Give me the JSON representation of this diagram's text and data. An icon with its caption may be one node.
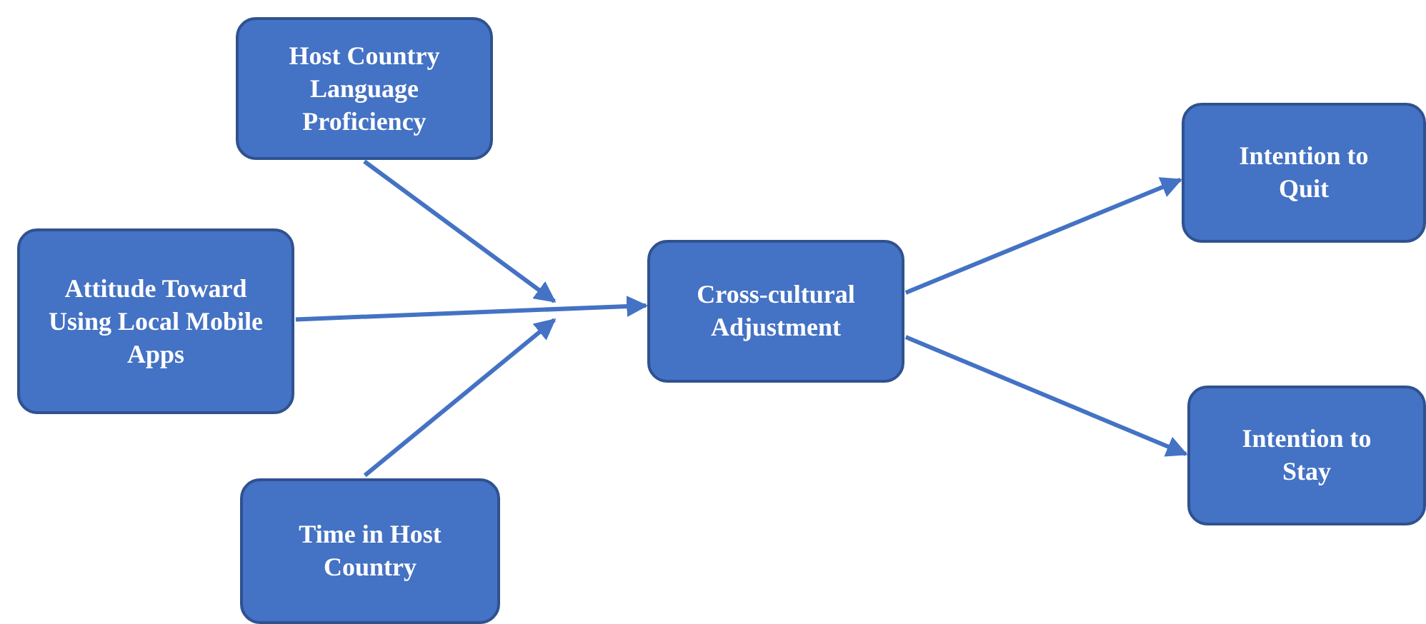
{
  "diagram": {
    "nodes": [
      {
        "text": [
          "Host Country Language Proficiency"
        ]
      },
      {
        "text": [
          "Attitude Toward Using Local Mobile Apps"
        ]
      },
      {
        "text": [
          "Time in Host Country"
        ]
      },
      {
        "text": [
          "Cross-cultural Adjustment"
        ]
      },
      {
        "text": [
          "Intention to Quit"
        ]
      },
      {
        "text": [
          "Intention to Stay"
        ]
      }
    ],
    "edges": [
      {
        "from": 0,
        "to": null,
        "arrow": "to"
      },
      {
        "from": 1,
        "to": 3,
        "arrow": "to"
      },
      {
        "from": 2,
        "to": null,
        "arrow": "to"
      },
      {
        "from": 3,
        "to": 4,
        "arrow": "to"
      },
      {
        "from": 3,
        "to": 5,
        "arrow": "to"
      }
    ]
  }
}
